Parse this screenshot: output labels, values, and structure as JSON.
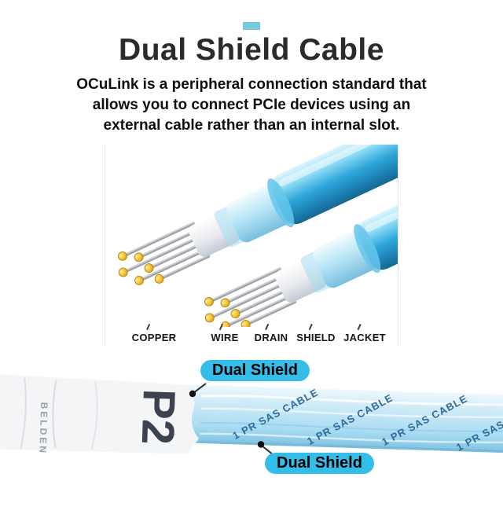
{
  "header": {
    "title": "Dual Shield Cable",
    "description_lines": [
      "OCuLink is a peripheral connection standard that",
      "allows you to connect PCIe devices using an",
      "external cable rather than an internal slot."
    ]
  },
  "cutaway": {
    "layer_labels": [
      "COPPER",
      "WIRE",
      "DRAIN",
      "SHIELD",
      "JACKET"
    ]
  },
  "cable_photo": {
    "connector_marking": "P2",
    "brand_print": "BELDEN",
    "cable_print": "1 PR SAS CABLE",
    "callouts": [
      {
        "label": "Dual Shield"
      },
      {
        "label": "Dual Shield"
      }
    ]
  },
  "colors": {
    "accent_bar": "#76c8db",
    "callout_bg": "#35bde9",
    "jacket_blue": "#2fa7da",
    "copper_gold": "#f0b81e",
    "text_dark": "#0f0f0f"
  }
}
